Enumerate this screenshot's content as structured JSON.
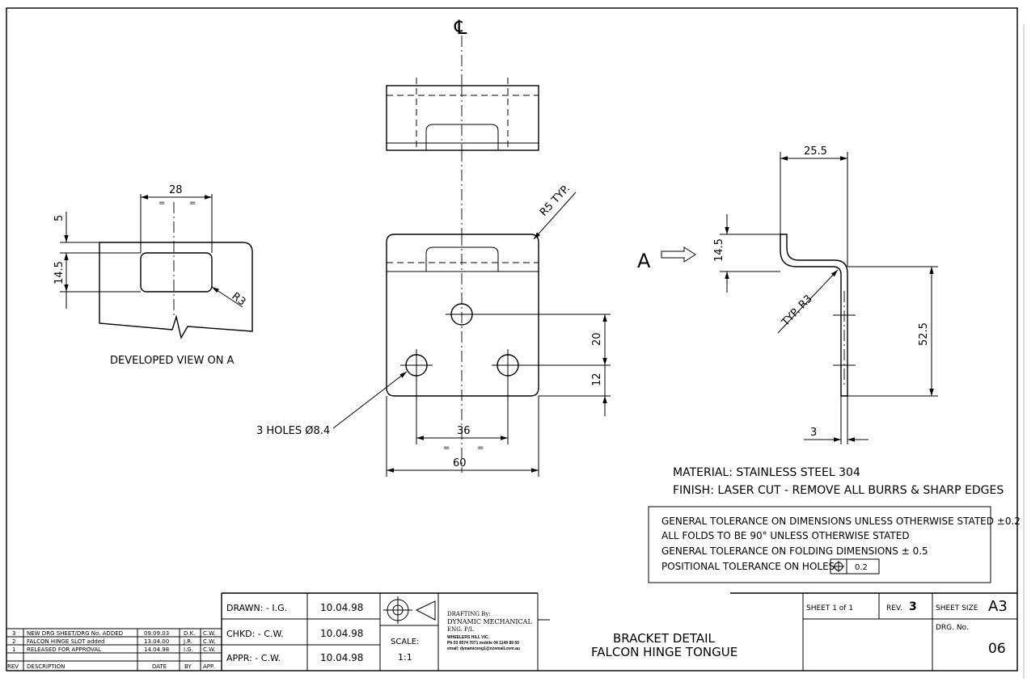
{
  "drawing": {
    "centerline_symbol": "℄",
    "developed_view": {
      "label": "DEVELOPED VIEW ON A",
      "dim_width": "28",
      "dim_top": "5",
      "dim_slot": "14.5",
      "radius": "R3",
      "eq": "="
    },
    "main_view": {
      "radius_note": "R5 TYP.",
      "holes_note": "3 HOLES Ø8.4",
      "dim_hole_spacing": "36",
      "dim_width": "60",
      "dim_vertical_1": "20",
      "dim_vertical_2": "12",
      "eq": "="
    },
    "side_view": {
      "view_label": "A",
      "dim_top": "25.5",
      "dim_short_leg": "14.5",
      "dim_long_leg": "52.5",
      "dim_thickness": "3",
      "radius_note": "TYP. R3"
    },
    "notes": {
      "material": "MATERIAL: STAINLESS STEEL 304",
      "finish": "FINISH: LASER CUT - REMOVE ALL BURRS & SHARP EDGES"
    },
    "tolerances": {
      "line1": "GENERAL TOLERANCE ON DIMENSIONS UNLESS OTHERWISE STATED ±0.2",
      "line2": "ALL FOLDS TO BE 90° UNLESS OTHERWISE STATED",
      "line3": "GENERAL TOLERANCE ON FOLDING DIMENSIONS  ±  0.5",
      "line4": "POSITIONAL TOLERANCE ON HOLES",
      "position_value": "0.2"
    }
  },
  "revisions": {
    "rows": [
      {
        "rev": "3",
        "description": "NEW DRG SHEET/DRG No. ADDED",
        "date": "09.09.03",
        "by": "D.K.",
        "app": "C.W."
      },
      {
        "rev": "2",
        "description": "FALCON HINGE SLOT added",
        "date": "13.04.00",
        "by": "J.R.",
        "app": "C.W."
      },
      {
        "rev": "1",
        "description": "RELEASED FOR APPROVAL",
        "date": "14.04.98",
        "by": "I.G.",
        "app": "C.W."
      }
    ],
    "headers": {
      "rev": "REV",
      "description": "DESCRIPTION",
      "date": "DATE",
      "by": "BY",
      "app": "APP."
    }
  },
  "title_block": {
    "drawn": "DRAWN:  - I.G.",
    "drawn_date": "10.04.98",
    "checked": "CHKD:  - C.W.",
    "checked_date": "10.04.98",
    "approved": "APPR:  - C.W.",
    "approved_date": "10.04.98",
    "scale_label": "SCALE:",
    "scale_value": "1:1",
    "drafting_by": "DRAFTING By:",
    "company_line1": "DYNAMIC MECHANICAL",
    "company_line2": "ENG. P/L",
    "address": "WHEELERS HILL VIC.",
    "phone": "Ph 03 9574 7071 mobile 04 1149 89 50",
    "email": "email: dynamiceng1@ozemail.com.au",
    "title_line1": "BRACKET DETAIL",
    "title_line2": "FALCON HINGE TONGUE",
    "sheet": "SHEET  1  of  1",
    "rev_label": "REV.",
    "rev_value": "3",
    "sheet_size_label": "SHEET  SIZE",
    "sheet_size_value": "A3",
    "drg_no_label": "DRG.  No.",
    "drg_no_value": "06"
  }
}
